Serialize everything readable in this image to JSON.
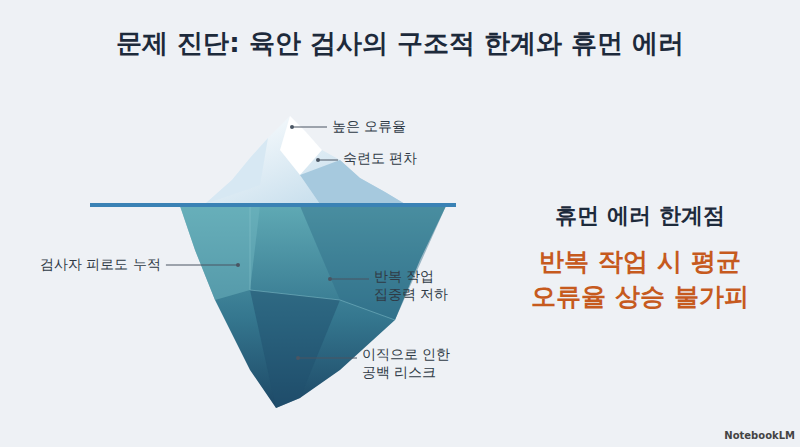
{
  "diagram": {
    "title": "문제 진단: 육안 검사의 구조적 한계와 휴먼 에러",
    "labels": [
      "높은 오류율",
      "숙련도 편차",
      "검사자 피로도 누적",
      "반복 작업 집중력 저하",
      "이직으로 인한 공백 리스크",
      "휴먼 에러 한계점",
      "반복 작업 시 평균 오류율 상승 불가피",
      "NotebookLM"
    ]
  }
}
